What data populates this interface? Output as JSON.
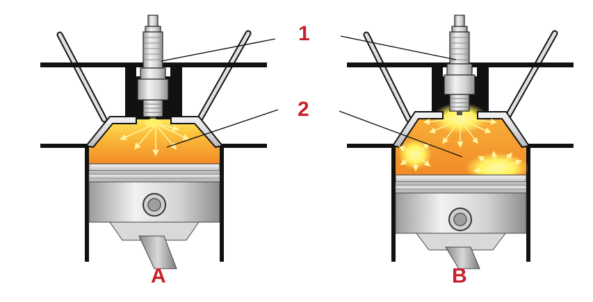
{
  "callouts": {
    "one": "1",
    "two": "2"
  },
  "panels": {
    "a": "A",
    "b": "B"
  },
  "colors": {
    "label_red": "#c8202a",
    "outline": "#111111",
    "chamber_orange": "#f39a2c",
    "chamber_yellow": "#fff06a",
    "metal_light": "#e6e6e6",
    "metal_dark": "#9a9a9a"
  },
  "icons": {
    "engine_a": "spark-ignition-cylinder-icon",
    "engine_b": "knocking-cylinder-icon",
    "spark_plug": "spark-plug-icon",
    "valve": "valve-stem-icon",
    "piston": "piston-icon"
  }
}
